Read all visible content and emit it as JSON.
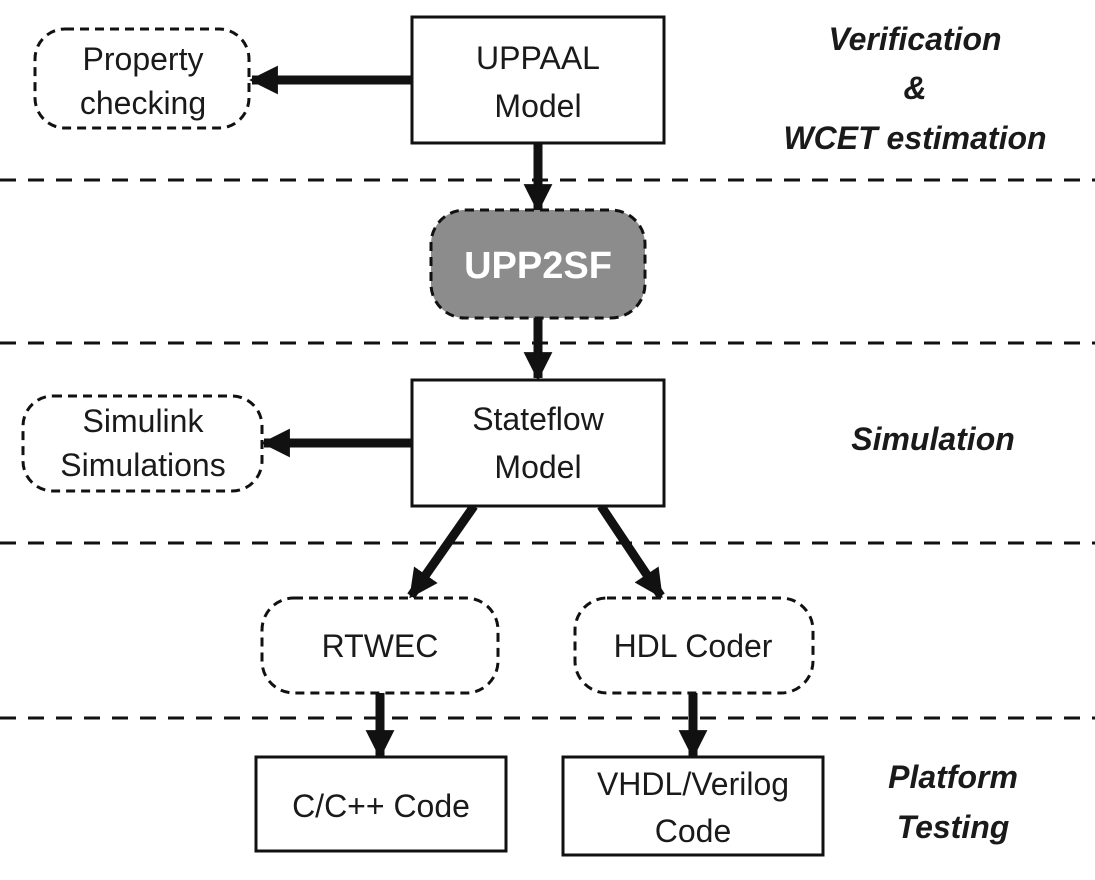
{
  "nodes": {
    "uppaal_model": {
      "lines": [
        "UPPAAL",
        "Model"
      ]
    },
    "property_checking": {
      "lines": [
        "Property",
        "checking"
      ]
    },
    "upp2sf": {
      "lines": [
        "UPP2SF"
      ]
    },
    "stateflow_model": {
      "lines": [
        "Stateflow",
        "Model"
      ]
    },
    "simulink_simulations": {
      "lines": [
        "Simulink",
        "Simulations"
      ]
    },
    "rtwec": {
      "lines": [
        "RTWEC"
      ]
    },
    "hdl_coder": {
      "lines": [
        "HDL Coder"
      ]
    },
    "c_code": {
      "lines": [
        "C/C++ Code"
      ]
    },
    "vhdl_code": {
      "lines": [
        "VHDL/Verilog",
        "Code"
      ]
    }
  },
  "stages": {
    "verification": {
      "lines": [
        "Verification",
        "&",
        "WCET estimation"
      ]
    },
    "simulation": {
      "lines": [
        "Simulation"
      ]
    },
    "platform_testing": {
      "lines": [
        "Platform",
        "Testing"
      ]
    }
  },
  "edges": [
    {
      "from": "uppaal_model",
      "to": "property_checking"
    },
    {
      "from": "uppaal_model",
      "to": "upp2sf"
    },
    {
      "from": "upp2sf",
      "to": "stateflow_model"
    },
    {
      "from": "stateflow_model",
      "to": "simulink_simulations"
    },
    {
      "from": "stateflow_model",
      "to": "rtwec"
    },
    {
      "from": "stateflow_model",
      "to": "hdl_coder"
    },
    {
      "from": "rtwec",
      "to": "c_code"
    },
    {
      "from": "hdl_coder",
      "to": "vhdl_code"
    }
  ],
  "colors": {
    "line": "#111111",
    "core_fill": "#8c8c8c",
    "core_text": "#ffffff",
    "box_fill": "#ffffff"
  }
}
